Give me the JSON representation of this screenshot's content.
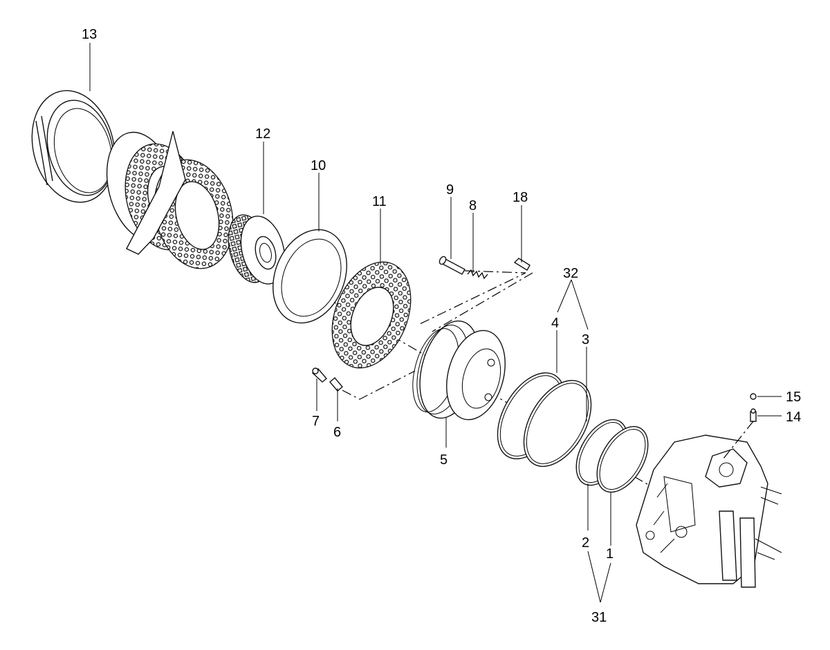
{
  "callouts": {
    "p1": "1",
    "p2": "2",
    "p3": "3",
    "p4": "4",
    "p5": "5",
    "p6": "6",
    "p7": "7",
    "p8": "8",
    "p9": "9",
    "p10": "10",
    "p11": "11",
    "p12": "12",
    "p13": "13",
    "p14": "14",
    "p15": "15",
    "p18": "18",
    "p31": "31",
    "p32": "32"
  }
}
